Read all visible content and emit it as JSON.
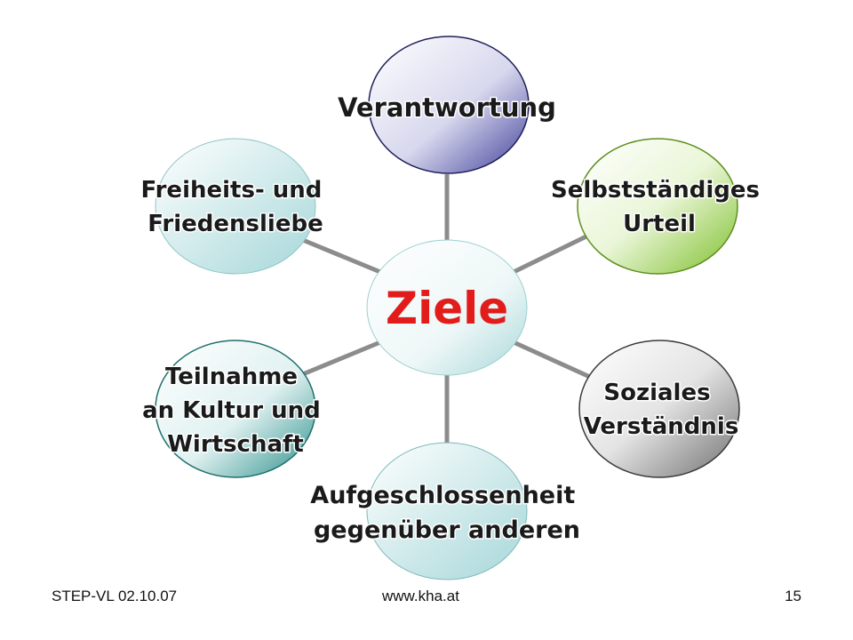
{
  "center": {
    "label": "Ziele"
  },
  "nodes": [
    {
      "id": "verantwortung",
      "lines": [
        "Verantwortung"
      ],
      "color": "#3f3f9a"
    },
    {
      "id": "selbststaendiges-urteil",
      "lines": [
        "Selbstständiges",
        "Urteil"
      ],
      "color": "#7dbf2a"
    },
    {
      "id": "soziales-verstaendnis",
      "lines": [
        "Soziales",
        "Verständnis"
      ],
      "color": "#6f6f6f"
    },
    {
      "id": "aufgeschlossenheit",
      "lines": [
        "Aufgeschlossenheit",
        "gegenüber anderen"
      ],
      "color": "#9fd4d6"
    },
    {
      "id": "teilnahme",
      "lines": [
        "Teilnahme",
        "an Kultur und",
        "Wirtschaft"
      ],
      "color": "#2a8f8a"
    },
    {
      "id": "freiheits-und-friedensliebe",
      "lines": [
        "Freiheits- und",
        "Friedensliebe"
      ],
      "color": "#bfe3e3"
    }
  ],
  "footer": {
    "left": "STEP-VL 02.10.07",
    "center": "www.kha.at",
    "right": "15"
  }
}
